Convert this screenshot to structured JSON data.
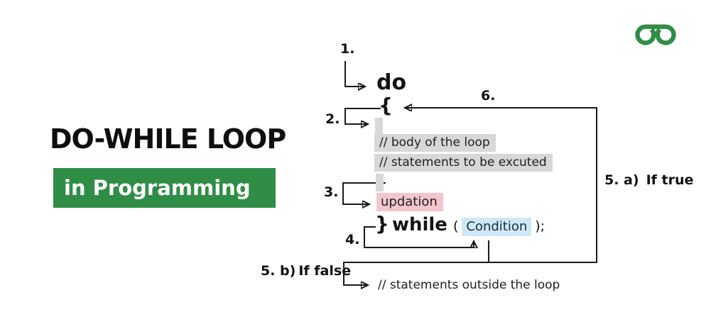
{
  "header": {
    "title": "DO-WHILE LOOP",
    "subtitle": "in Programming"
  },
  "logo": {
    "name": "geeksforgeeks-logo"
  },
  "code": {
    "do_keyword": "do",
    "open_brace": "{",
    "comment_body": "// body of the loop",
    "comment_statements": "// statements to be excuted",
    "updation": "updation",
    "close_brace": "}",
    "while_keyword": "while",
    "paren_open": "(",
    "condition": "Condition",
    "paren_close": ");",
    "comment_outside": "// statements outside the loop"
  },
  "steps": {
    "s1": "1.",
    "s2": "2.",
    "s3": "3.",
    "s4": "4.",
    "s6": "6.",
    "s5a_prefix": "5. a)",
    "s5a_text": "If true",
    "s5b_prefix": "5. b)",
    "s5b_text": "If false"
  },
  "colors": {
    "green": "#2f8d46",
    "highlight_gray": "#d8d8d8",
    "highlight_pink": "#f3c6ce",
    "highlight_blue": "#cee9f5",
    "line": "#1a1a1a"
  }
}
